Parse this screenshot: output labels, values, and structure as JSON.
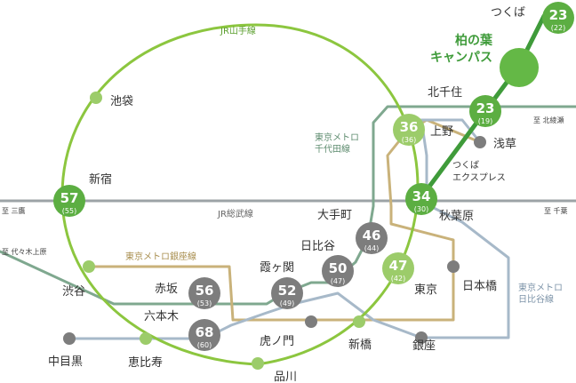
{
  "colors": {
    "yamanote": "#8cc63f",
    "yamanote_label": "#5a9e2d",
    "chiyoda": "#7fa88f",
    "ginza": "#c9b27a",
    "hibiya": "#a7b9c9",
    "sobu": "#9ca3a6",
    "tsukuba": "#3f9b3a",
    "node_green": "#5cae42",
    "node_light": "#9ccc6a",
    "node_gray": "#7d7d7d",
    "campus": "#64b846",
    "text": "#333333",
    "line_text": "#666666"
  },
  "lines": {
    "yamanote": "JR山手線",
    "sobu": "JR総武線",
    "chiyoda": "東京メトロ\n千代田線",
    "ginza": "東京メトロ銀座線",
    "hibiya": "東京メトロ\n日比谷線",
    "tsukuba": "つくば\nエクスプレス"
  },
  "directions": {
    "mitaka": "至 三鷹",
    "chiba": "至 千葉",
    "kitaayase": "至 北綾瀬",
    "yoyogiuehara": "至 代々木上原"
  },
  "campus": {
    "label": "柏の葉\nキャンパス"
  },
  "hubs": [
    {
      "id": "tsukuba",
      "name": "つくば",
      "time": "23",
      "sub": "(22)",
      "style": "green"
    },
    {
      "id": "kitasenju",
      "name": "北千住",
      "time": "23",
      "sub": "(19)",
      "style": "green"
    },
    {
      "id": "ueno",
      "name": "上野",
      "time": "36",
      "sub": "(36)",
      "style": "light"
    },
    {
      "id": "akihabara",
      "name": "秋葉原",
      "time": "34",
      "sub": "(30)",
      "style": "green"
    },
    {
      "id": "shinjuku",
      "name": "新宿",
      "time": "57",
      "sub": "(55)",
      "style": "green"
    },
    {
      "id": "tokyo",
      "name": "東京",
      "time": "47",
      "sub": "(42)",
      "style": "light"
    },
    {
      "id": "otemachi",
      "name": "大手町",
      "time": "46",
      "sub": "(44)",
      "style": "gray"
    },
    {
      "id": "hibiya",
      "name": "日比谷",
      "time": "50",
      "sub": "(47)",
      "style": "gray"
    },
    {
      "id": "kasumigaseki",
      "name": "霞ヶ関",
      "time": "52",
      "sub": "(49)",
      "style": "gray"
    },
    {
      "id": "akasaka",
      "name": "赤坂",
      "time": "56",
      "sub": "(53)",
      "style": "gray"
    },
    {
      "id": "roppongi",
      "name": "六本木",
      "time": "68",
      "sub": "(60)",
      "style": "gray"
    }
  ],
  "stations": [
    {
      "id": "ikebukuro",
      "name": "池袋",
      "kind": "green"
    },
    {
      "id": "shibuya",
      "name": "渋谷",
      "kind": "green"
    },
    {
      "id": "ebisu",
      "name": "恵比寿",
      "kind": "green"
    },
    {
      "id": "shinagawa",
      "name": "品川",
      "kind": "green"
    },
    {
      "id": "shimbashi",
      "name": "新橋",
      "kind": "green"
    },
    {
      "id": "asakusa",
      "name": "浅草",
      "kind": "gray"
    },
    {
      "id": "nihombashi",
      "name": "日本橋",
      "kind": "gray"
    },
    {
      "id": "ginza",
      "name": "銀座",
      "kind": "gray"
    },
    {
      "id": "toranomon",
      "name": "虎ノ門",
      "kind": "gray"
    },
    {
      "id": "nakameguro",
      "name": "中目黒",
      "kind": "gray"
    }
  ]
}
